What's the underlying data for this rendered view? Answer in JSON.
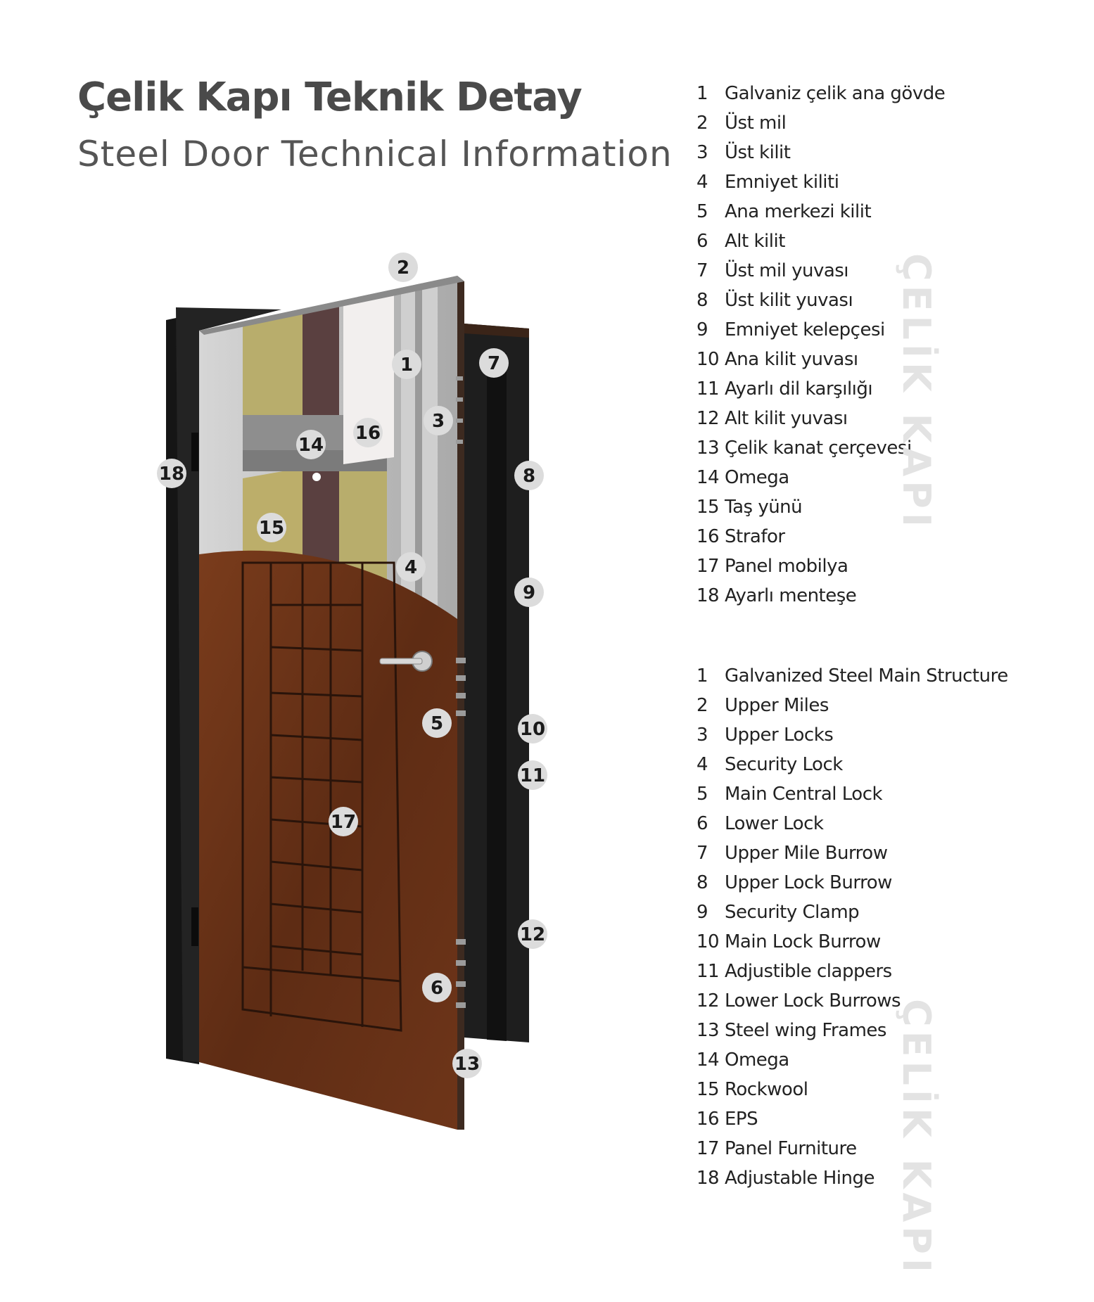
{
  "title": "Çelik Kapı Teknik Detay",
  "subtitle": "Steel Door Technical Information",
  "watermark": "ÇELİK KAPI",
  "legend_tr": [
    {
      "num": "1",
      "label": "Galvaniz çelik ana gövde"
    },
    {
      "num": "2",
      "label": "Üst mil"
    },
    {
      "num": "3",
      "label": "Üst kilit"
    },
    {
      "num": "4",
      "label": "Emniyet kiliti"
    },
    {
      "num": "5",
      "label": "Ana merkezi kilit"
    },
    {
      "num": "6",
      "label": "Alt kilit"
    },
    {
      "num": "7",
      "label": "Üst mil yuvası"
    },
    {
      "num": "8",
      "label": "Üst kilit yuvası"
    },
    {
      "num": "9",
      "label": "Emniyet kelepçesi"
    },
    {
      "num": "10",
      "label": "Ana kilit yuvası"
    },
    {
      "num": "11",
      "label": "Ayarlı dil karşılığı"
    },
    {
      "num": "12",
      "label": "Alt kilit yuvası"
    },
    {
      "num": "13",
      "label": "Çelik kanat çerçevesi"
    },
    {
      "num": "14",
      "label": "Omega"
    },
    {
      "num": "15",
      "label": "Taş yünü"
    },
    {
      "num": "16",
      "label": "Strafor"
    },
    {
      "num": "17",
      "label": "Panel mobilya"
    },
    {
      "num": "18",
      "label": "Ayarlı menteşe"
    }
  ],
  "legend_en": [
    {
      "num": "1",
      "label": "Galvanized Steel Main Structure"
    },
    {
      "num": "2",
      "label": "Upper Miles"
    },
    {
      "num": "3",
      "label": "Upper Locks"
    },
    {
      "num": "4",
      "label": "Security Lock"
    },
    {
      "num": "5",
      "label": "Main Central Lock"
    },
    {
      "num": "6",
      "label": "Lower Lock"
    },
    {
      "num": "7",
      "label": "Upper Mile Burrow"
    },
    {
      "num": "8",
      "label": "Upper Lock Burrow"
    },
    {
      "num": "9",
      "label": "Security Clamp"
    },
    {
      "num": "10",
      "label": "Main Lock Burrow"
    },
    {
      "num": "11",
      "label": "Adjustible clappers"
    },
    {
      "num": "12",
      "label": "Lower Lock Burrows"
    },
    {
      "num": "13",
      "label": "Steel wing Frames"
    },
    {
      "num": "14",
      "label": "Omega"
    },
    {
      "num": "15",
      "label": "Rockwool"
    },
    {
      "num": "16",
      "label": "EPS"
    },
    {
      "num": "17",
      "label": "Panel Furniture"
    },
    {
      "num": "18",
      "label": "Adjustable Hinge"
    }
  ],
  "callouts": [
    "1",
    "2",
    "3",
    "4",
    "5",
    "6",
    "7",
    "8",
    "9",
    "10",
    "11",
    "12",
    "13",
    "14",
    "15",
    "16",
    "17",
    "18"
  ],
  "colors": {
    "wood": "#6b3418",
    "wood_dark": "#4a2210",
    "frame": "#1c1c1c",
    "insulation": "#b8ad6c",
    "steel": "#b9b9b9",
    "callout_fill": "#dcdcdc"
  }
}
